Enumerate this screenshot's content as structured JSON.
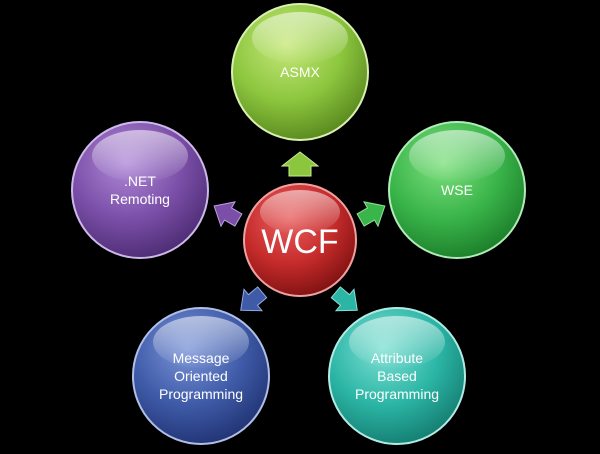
{
  "diagram": {
    "center": {
      "label": "WCF",
      "color": "#c62b2b"
    },
    "nodes": [
      {
        "id": "asmx",
        "lines": [
          "ASMX"
        ],
        "color": "#8cc63e"
      },
      {
        "id": "wse",
        "lines": [
          "WSE"
        ],
        "color": "#3ab54a"
      },
      {
        "id": "attribute",
        "lines": [
          "Attribute",
          "Based",
          "Programming"
        ],
        "color": "#2bb5a5"
      },
      {
        "id": "message",
        "lines": [
          "Message",
          "Oriented",
          "Programming"
        ],
        "color": "#3f5ba8"
      },
      {
        "id": "remoting",
        "lines": [
          ".NET",
          "Remoting"
        ],
        "color": "#7b4fa8"
      }
    ]
  }
}
